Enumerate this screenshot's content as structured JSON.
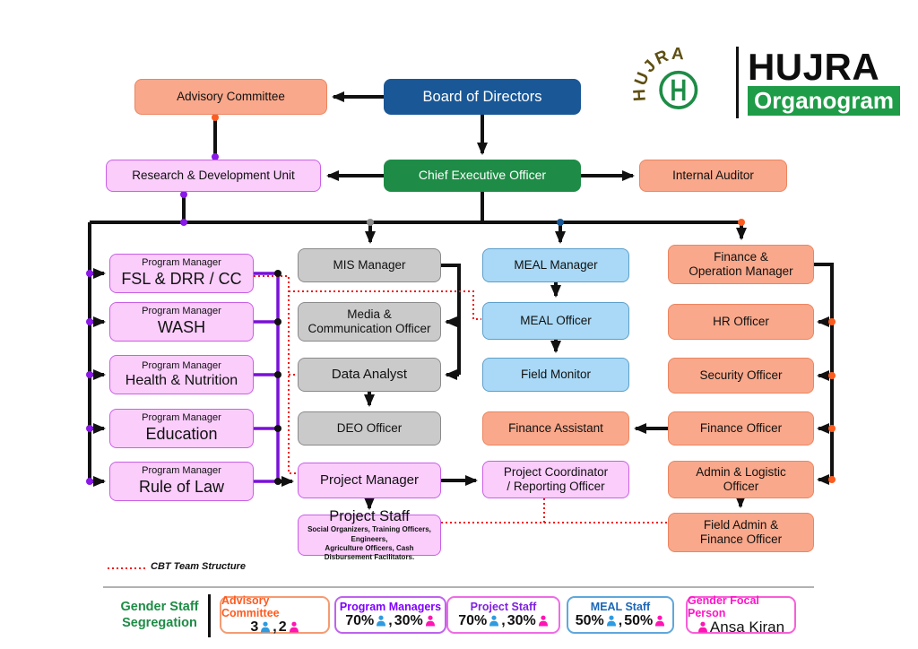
{
  "header": {
    "logo_arc_text": "HUJRA",
    "brand": "HUJRA",
    "subtitle": "Organogram"
  },
  "nodes": {
    "advisory": {
      "label": "Advisory Committee"
    },
    "board": {
      "label": "Board of Directors"
    },
    "rnd": {
      "label": "Research & Development Unit"
    },
    "ceo": {
      "label": "Chief Executive Officer"
    },
    "auditor": {
      "label": "Internal Auditor"
    },
    "pm_fsl": {
      "role": "Program Manager",
      "label": "FSL & DRR / CC"
    },
    "pm_wash": {
      "role": "Program Manager",
      "label": "WASH"
    },
    "pm_health": {
      "role": "Program Manager",
      "label": "Health & Nutrition"
    },
    "pm_edu": {
      "role": "Program Manager",
      "label": "Education"
    },
    "pm_rol": {
      "role": "Program Manager",
      "label": "Rule of Law"
    },
    "mis": {
      "label": "MIS Manager"
    },
    "media": {
      "label": "Media &\nCommunication Officer"
    },
    "data": {
      "label": "Data Analyst"
    },
    "deo": {
      "label": "DEO Officer"
    },
    "pmgr": {
      "label": "Project Manager"
    },
    "pstaff": {
      "label": "Project Staff",
      "sub": "Social Organizers, Training Officers, Engineers,\nAgriculture Officers, Cash Disbursement Facilitators."
    },
    "meal_mgr": {
      "label": "MEAL Manager"
    },
    "meal_off": {
      "label": "MEAL Officer"
    },
    "field_mon": {
      "label": "Field Monitor"
    },
    "fin_asst": {
      "label": "Finance Assistant"
    },
    "pcoord": {
      "label": "Project Coordinator\n/ Reporting Officer"
    },
    "fom": {
      "label": "Finance &\nOperation Manager"
    },
    "hr": {
      "label": "HR Officer"
    },
    "sec": {
      "label": "Security Officer"
    },
    "fin_off": {
      "label": "Finance Officer"
    },
    "admin_log": {
      "label": "Admin & Logistic\nOfficer"
    },
    "field_admin": {
      "label": "Field Admin &\nFinance Officer"
    }
  },
  "cbt_legend": {
    "label": "CBT Team Structure"
  },
  "gender_legend": {
    "title": "Gender Staff\nSegregation",
    "sep": " , ",
    "items": [
      {
        "label": "Advisory Committee",
        "male": "3",
        "female": "2"
      },
      {
        "label": "Program Managers",
        "male": "70%",
        "female": "30%"
      },
      {
        "label": "Project Staff",
        "male": "70%",
        "female": "30%"
      },
      {
        "label": "MEAL Staff",
        "male": "50%",
        "female": "50%"
      }
    ],
    "focal": {
      "label": "Gender Focal Person",
      "name": "Ansa Kiran"
    }
  },
  "palette": {
    "board_blue": "#1A5796",
    "ceo_green": "#1E8C46",
    "salmon": "#F9A88B",
    "salmon_border": "#EC8560",
    "pink": "#FACDFB",
    "pink_border": "#C95FE6",
    "gray": "#CACACA",
    "gray_border": "#8A8A8A",
    "light_blue": "#A9D9F6",
    "blue_border": "#5D9FCB",
    "purple_line": "#7A10D8",
    "cbt_red": "#F01414",
    "orange_dot": "#FB5C20",
    "male_icon": "#2E9BE0",
    "female_icon": "#FF14B4",
    "brand_green": "#1E9C47",
    "logo_olive": "#5E4F12"
  }
}
